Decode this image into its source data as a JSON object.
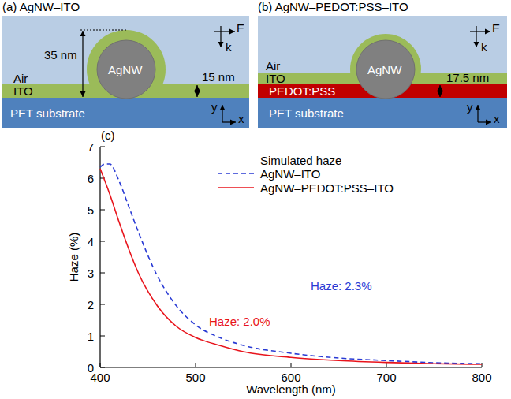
{
  "diagram": {
    "nodes": [
      {
        "text": [
          "(a) AgNW–ITO"
        ]
      },
      {
        "text": [
          "Air"
        ],
        "in": 0
      },
      {
        "text": [
          "AgNW"
        ],
        "in": 0
      },
      {
        "text": [
          "ITO"
        ],
        "in": 0
      },
      {
        "text": [
          "PET substrate"
        ],
        "in": 0
      },
      {
        "text": [
          "(b) AgNW–PEDOT:PSS–ITO"
        ]
      },
      {
        "text": [
          "Air"
        ],
        "in": 5
      },
      {
        "text": [
          "AgNW"
        ],
        "in": 5
      },
      {
        "text": [
          "ITO"
        ],
        "in": 5
      },
      {
        "text": [
          "PEDOT:PSS"
        ],
        "in": 5
      },
      {
        "text": [
          "PET substrate"
        ],
        "in": 5
      }
    ],
    "labels": [
      "35 nm",
      "15 nm",
      "E",
      "k",
      "y",
      "x",
      "17.5 nm",
      "E",
      "k",
      "y",
      "x",
      "(c)",
      "Haze (%)",
      "Wavelength (nm)",
      "0",
      "1",
      "2",
      "3",
      "4",
      "5",
      "6",
      "7",
      "400",
      "500",
      "600",
      "700",
      "800",
      "Simulated haze",
      "Haze: 2.3%",
      "Haze: 2.0%"
    ],
    "legend": [
      {
        "text": "AgNW–ITO"
      },
      {
        "text": "AgNW–PEDOT:PSS–ITO"
      }
    ]
  }
}
